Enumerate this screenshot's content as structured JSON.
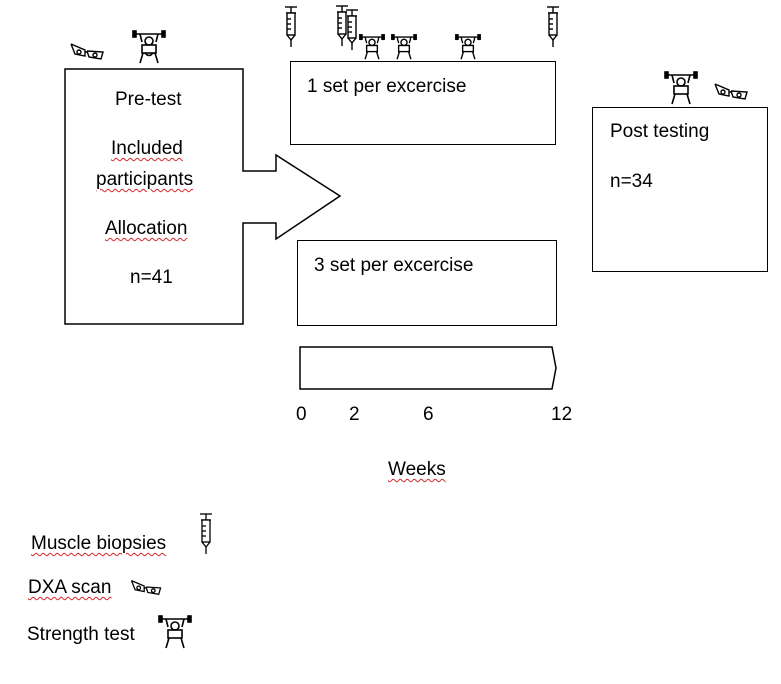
{
  "pretest": {
    "title": "Pre-test",
    "included": "Included",
    "participants": "participants",
    "allocation": "Allocation",
    "n": "n=41"
  },
  "groups": {
    "one_set": "1 set per excercise",
    "three_set": "3 set per excercise"
  },
  "post": {
    "title": "Post testing",
    "n": "n=34"
  },
  "timeline": {
    "ticks": [
      "0",
      "2",
      "6",
      "12"
    ],
    "label": "Weeks"
  },
  "legend": {
    "biopsy": "Muscle biopsies",
    "dxa": "DXA scan",
    "strength": "Strength test"
  },
  "icons": {
    "biopsy": "syringe-icon",
    "dxa": "glasses-icon",
    "strength": "weightlifter-icon"
  }
}
